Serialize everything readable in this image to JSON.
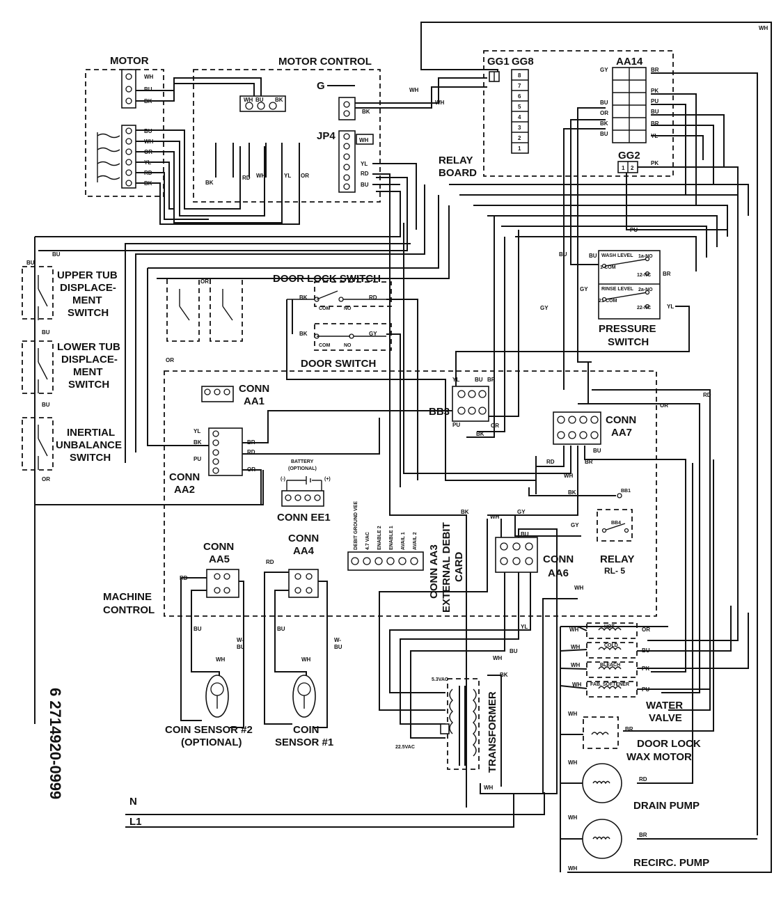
{
  "title": "Wiring Diagram",
  "part_number": "6 2714920-0999",
  "blocks": {
    "motor": "MOTOR",
    "motor_control": "MOTOR CONTROL",
    "jp4": "JP4",
    "g": "G",
    "relay_board_1": "RELAY",
    "relay_board_2": "BOARD",
    "gg1": "GG1",
    "gg8": "GG8",
    "gg2": "GG2",
    "aa14": "AA14",
    "door_lock_switch": "DOOR LOCK SWITCH",
    "door_switch": "DOOR SWITCH",
    "pressure_switch_1": "PRESSURE",
    "pressure_switch_2": "SWITCH",
    "upper_tub_1": "UPPER TUB",
    "upper_tub_2": "DISPLACE-",
    "upper_tub_3": "MENT",
    "upper_tub_4": "SWITCH",
    "lower_tub_1": "LOWER TUB",
    "lower_tub_2": "DISPLACE-",
    "lower_tub_3": "MENT",
    "lower_tub_4": "SWITCH",
    "inertial_1": "INERTIAL",
    "inertial_2": "UNBALANCE",
    "inertial_3": "SWITCH",
    "conn_aa1_1": "CONN",
    "conn_aa1_2": "AA1",
    "conn_aa2_1": "CONN",
    "conn_aa2_2": "AA2",
    "conn_ee1": "CONN EE1",
    "battery_1": "BATTERY",
    "battery_2": "(OPTIONAL)",
    "bb3": "BB3",
    "conn_aa7_1": "CONN",
    "conn_aa7_2": "AA7",
    "conn_aa5_1": "CONN",
    "conn_aa5_2": "AA5",
    "conn_aa4_1": "CONN",
    "conn_aa4_2": "AA4",
    "conn_aa3_1": "CONN AA3",
    "conn_aa3_2": "EXTERNAL DEBIT",
    "conn_aa3_3": "CARD",
    "conn_aa6_1": "CONN",
    "conn_aa6_2": "AA6",
    "relay_rl5_1": "RELAY",
    "relay_rl5_2": "RL- 5",
    "bb1": "BB1",
    "bb4": "BB4",
    "machine_control_1": "MACHINE",
    "machine_control_2": "CONTROL",
    "coin2_1": "COIN SENSOR #2",
    "coin2_2": "(OPTIONAL)",
    "coin1_1": "COIN",
    "coin1_2": "SENSOR #1",
    "transformer": "TRANSFORMER",
    "vac_53": "5.3VAC",
    "vac_225": "22.5VAC",
    "water_valve_1": "WATER",
    "water_valve_2": "VALVE",
    "door_lock_wax_1": "DOOR LOCK",
    "door_lock_wax_2": "WAX MOTOR",
    "drain_pump": "DRAIN PUMP",
    "recirc_pump": "RECIRC. PUMP",
    "line_n": "N",
    "line_l1": "L1",
    "hot": "HOT",
    "cold": "COLD",
    "bleach": "BLEACH",
    "softener": "FAB. SOFTENER",
    "wash_level": "WASH LEVEL",
    "rinse_level": "RINSE LEVEL",
    "ps_1com": "1-COM",
    "ps_1no": "1a-NO",
    "ps_12nc": "12-NC",
    "ps_21com": "21-COM",
    "ps_2no": "2a-NO",
    "ps_22nc": "22-NC",
    "com": "COM",
    "no": "NO",
    "nc": "NC",
    "neg": "(-)",
    "pos": "(+)"
  },
  "aa3_pins": [
    "DEBIT GROUND VEE",
    "4.7 VAC",
    "ENABLE 2",
    "ENABLE 1",
    "AVAIL 1",
    "AVAIL 2"
  ],
  "wire_colors": {
    "wh": "WH",
    "bu": "BU",
    "bk": "BK",
    "or": "OR",
    "yl": "YL",
    "rd": "RD",
    "gy": "GY",
    "pu": "PU",
    "pk": "PK",
    "br": "BR",
    "w_bu": "W-",
    "w_bu2": "BU"
  }
}
